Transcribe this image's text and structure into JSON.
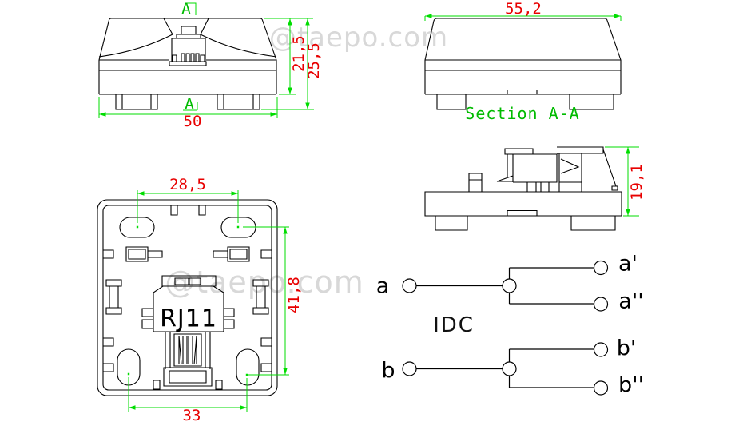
{
  "watermark": {
    "top_text": "@taepo.com",
    "middle_text": "@taepo.com"
  },
  "front_view": {
    "section_marker_top": "A",
    "section_marker_bottom": "A",
    "dim_body_height": "21,5",
    "dim_total_height": "25,5",
    "dim_width": "50"
  },
  "section_view": {
    "dim_width": "55,2",
    "caption": "Section A-A"
  },
  "side_view": {
    "dim_height": "19,1"
  },
  "plan_view": {
    "dim_slot_spacing": "28,5",
    "dim_vertical_spacing": "41,8",
    "dim_horizontal_spacing": "33",
    "connector_label": "RJ11"
  },
  "idc_diagram": {
    "label": "IDC",
    "terminal_a": "a",
    "terminal_a_prime": "a'",
    "terminal_a_double_prime": "a''",
    "terminal_b": "b",
    "terminal_b_prime": "b'",
    "terminal_b_double_prime": "b''"
  },
  "colors": {
    "outline": "#000000",
    "dimension_line": "#00dd00",
    "dimension_text": "#e80000",
    "watermark": "#d8d8d8"
  }
}
